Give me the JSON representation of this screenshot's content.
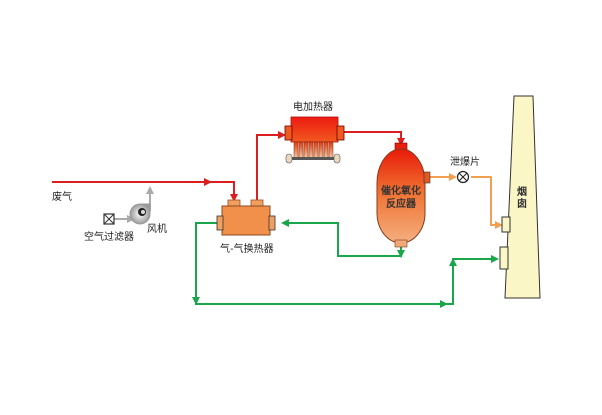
{
  "diagram": {
    "title": "",
    "labels": {
      "waste_gas": "废气",
      "air_filter": "空气过滤器",
      "fan": "风机",
      "heat_exchanger": "气-气换热器",
      "electric_heater": "电加热器",
      "reactor_line1": "催化氧化",
      "reactor_line2": "反应器",
      "rupture_disc": "泄爆片",
      "chimney_line1": "烟",
      "chimney_line2": "囱"
    },
    "colors": {
      "hot_line": "#dd1e1e",
      "clean_line": "#1aa64a",
      "vent_line": "#f0a050",
      "fan_line": "#aaaaaa",
      "exchanger_fill": "#f0904a",
      "chimney_fill": "#fbf6c6"
    },
    "nodes": [
      {
        "id": "waste_gas",
        "label": "废气"
      },
      {
        "id": "air_filter",
        "label": "空气过滤器"
      },
      {
        "id": "fan",
        "label": "风机"
      },
      {
        "id": "heat_exchanger",
        "label": "气-气换热器"
      },
      {
        "id": "electric_heater",
        "label": "电加热器"
      },
      {
        "id": "reactor",
        "label": "催化氧化反应器"
      },
      {
        "id": "rupture_disc",
        "label": "泄爆片"
      },
      {
        "id": "chimney",
        "label": "烟囱"
      }
    ],
    "edges": [
      {
        "from": "waste_gas",
        "to": "heat_exchanger",
        "type": "hot"
      },
      {
        "from": "air_filter",
        "to": "fan",
        "type": "air"
      },
      {
        "from": "fan",
        "to": "waste_gas",
        "type": "air"
      },
      {
        "from": "heat_exchanger",
        "to": "electric_heater",
        "type": "hot"
      },
      {
        "from": "electric_heater",
        "to": "reactor",
        "type": "hot"
      },
      {
        "from": "reactor",
        "to": "rupture_disc",
        "type": "vent"
      },
      {
        "from": "rupture_disc",
        "to": "chimney",
        "type": "vent"
      },
      {
        "from": "reactor",
        "to": "heat_exchanger",
        "type": "clean"
      },
      {
        "from": "heat_exchanger",
        "to": "chimney",
        "type": "clean"
      }
    ]
  }
}
